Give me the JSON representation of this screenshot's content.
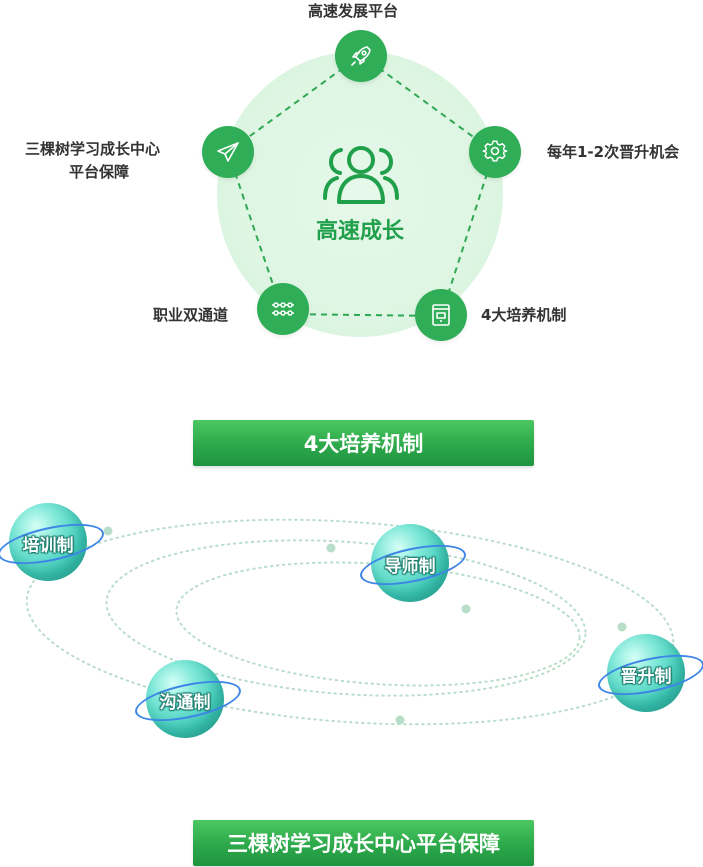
{
  "diagram": {
    "center_title": "高速成长",
    "nodes": {
      "top": "高速发展平台",
      "right": "每年1-2次晋升机会",
      "bottom_right": "4大培养机制",
      "bottom_left": "职业双通道",
      "left_line1": "三棵树学习成长中心",
      "left_line2": "平台保障"
    },
    "colors": {
      "accent": "#2fae57",
      "light_circle": "#dcf5e1",
      "center_text": "#21a04b",
      "label_text": "#333333"
    }
  },
  "banner1": {
    "label": "4大培养机制"
  },
  "orbits": {
    "planets": [
      "培训制",
      "导师制",
      "晋升制",
      "沟通制"
    ],
    "colors": {
      "planet": "#3fcab8",
      "ring": "#3e86e6",
      "orbit_dot": "#b8ddc8"
    }
  },
  "banner2": {
    "label": "三棵树学习成长中心平台保障"
  }
}
